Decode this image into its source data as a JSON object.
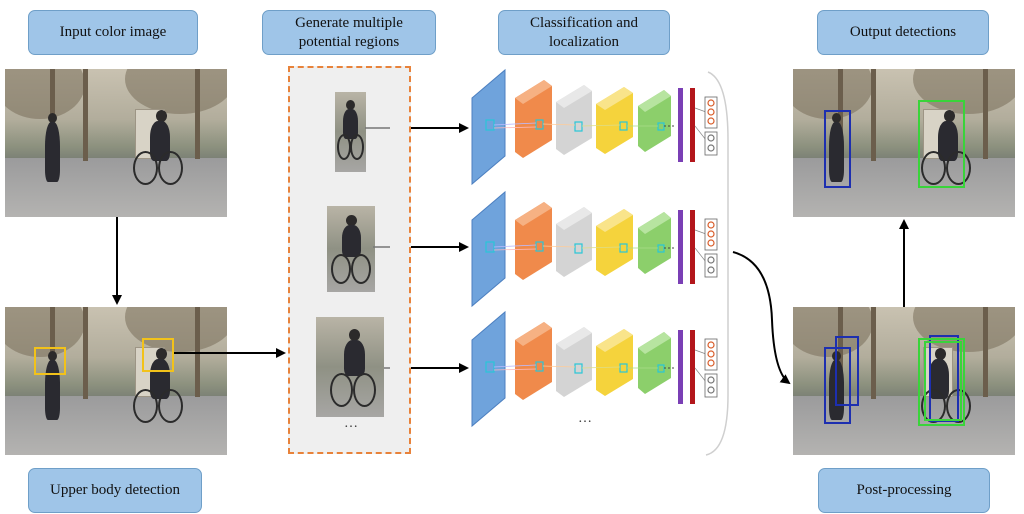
{
  "labels": {
    "input": "Input color image",
    "regions_line1": "Generate multiple",
    "regions_line2": "potential regions",
    "classification_line1": "Classification and",
    "classification_line2": "localization",
    "output": "Output detections",
    "upper_body": "Upper body detection",
    "post_processing": "Post-processing"
  },
  "ellipsis": "…",
  "colors": {
    "label_box": "#9fc5e8",
    "dashed_region": "#e8823a",
    "detection_yellow": "#f2c21a",
    "output_blue": "#1d2fb0",
    "output_green": "#39d43a",
    "cnn_input": "#6fa3dc",
    "cnn_orange": "#f08a4b",
    "cnn_gray": "#d4d4d4",
    "cnn_yellow": "#f5d33c",
    "cnn_green": "#8ccf6b",
    "fc_purple": "#7a3fb5",
    "fc_red": "#b3161b"
  },
  "icons": [
    "arrow-right-icon",
    "arrow-down-icon",
    "arrow-up-icon",
    "curved-arrow-icon"
  ]
}
